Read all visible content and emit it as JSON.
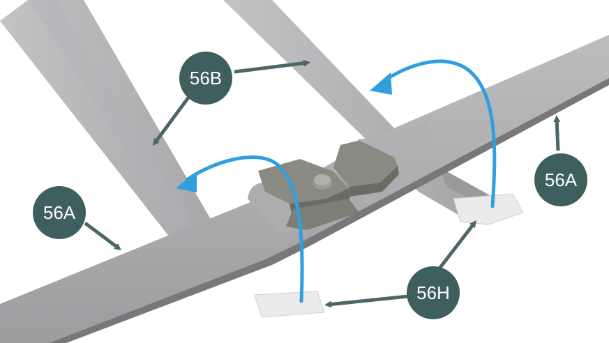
{
  "callouts": {
    "b_top": "56B",
    "a_left": "56A",
    "a_right": "56A",
    "h_bottom": "56H"
  },
  "colors": {
    "strap_light": "#b9b9bb",
    "strap_mid": "#a3a3a6",
    "strap_dark": "#7d7d80",
    "buckle": "#8a8a82",
    "buckle_dark": "#6b6b64",
    "tape": "#ececec",
    "callout_circle": "#3f5e5e",
    "pointer_arrow": "#4a6666",
    "fold_arrow": "#2f9fe0"
  },
  "icons": [
    "pointer-arrow",
    "fold-arrow"
  ]
}
